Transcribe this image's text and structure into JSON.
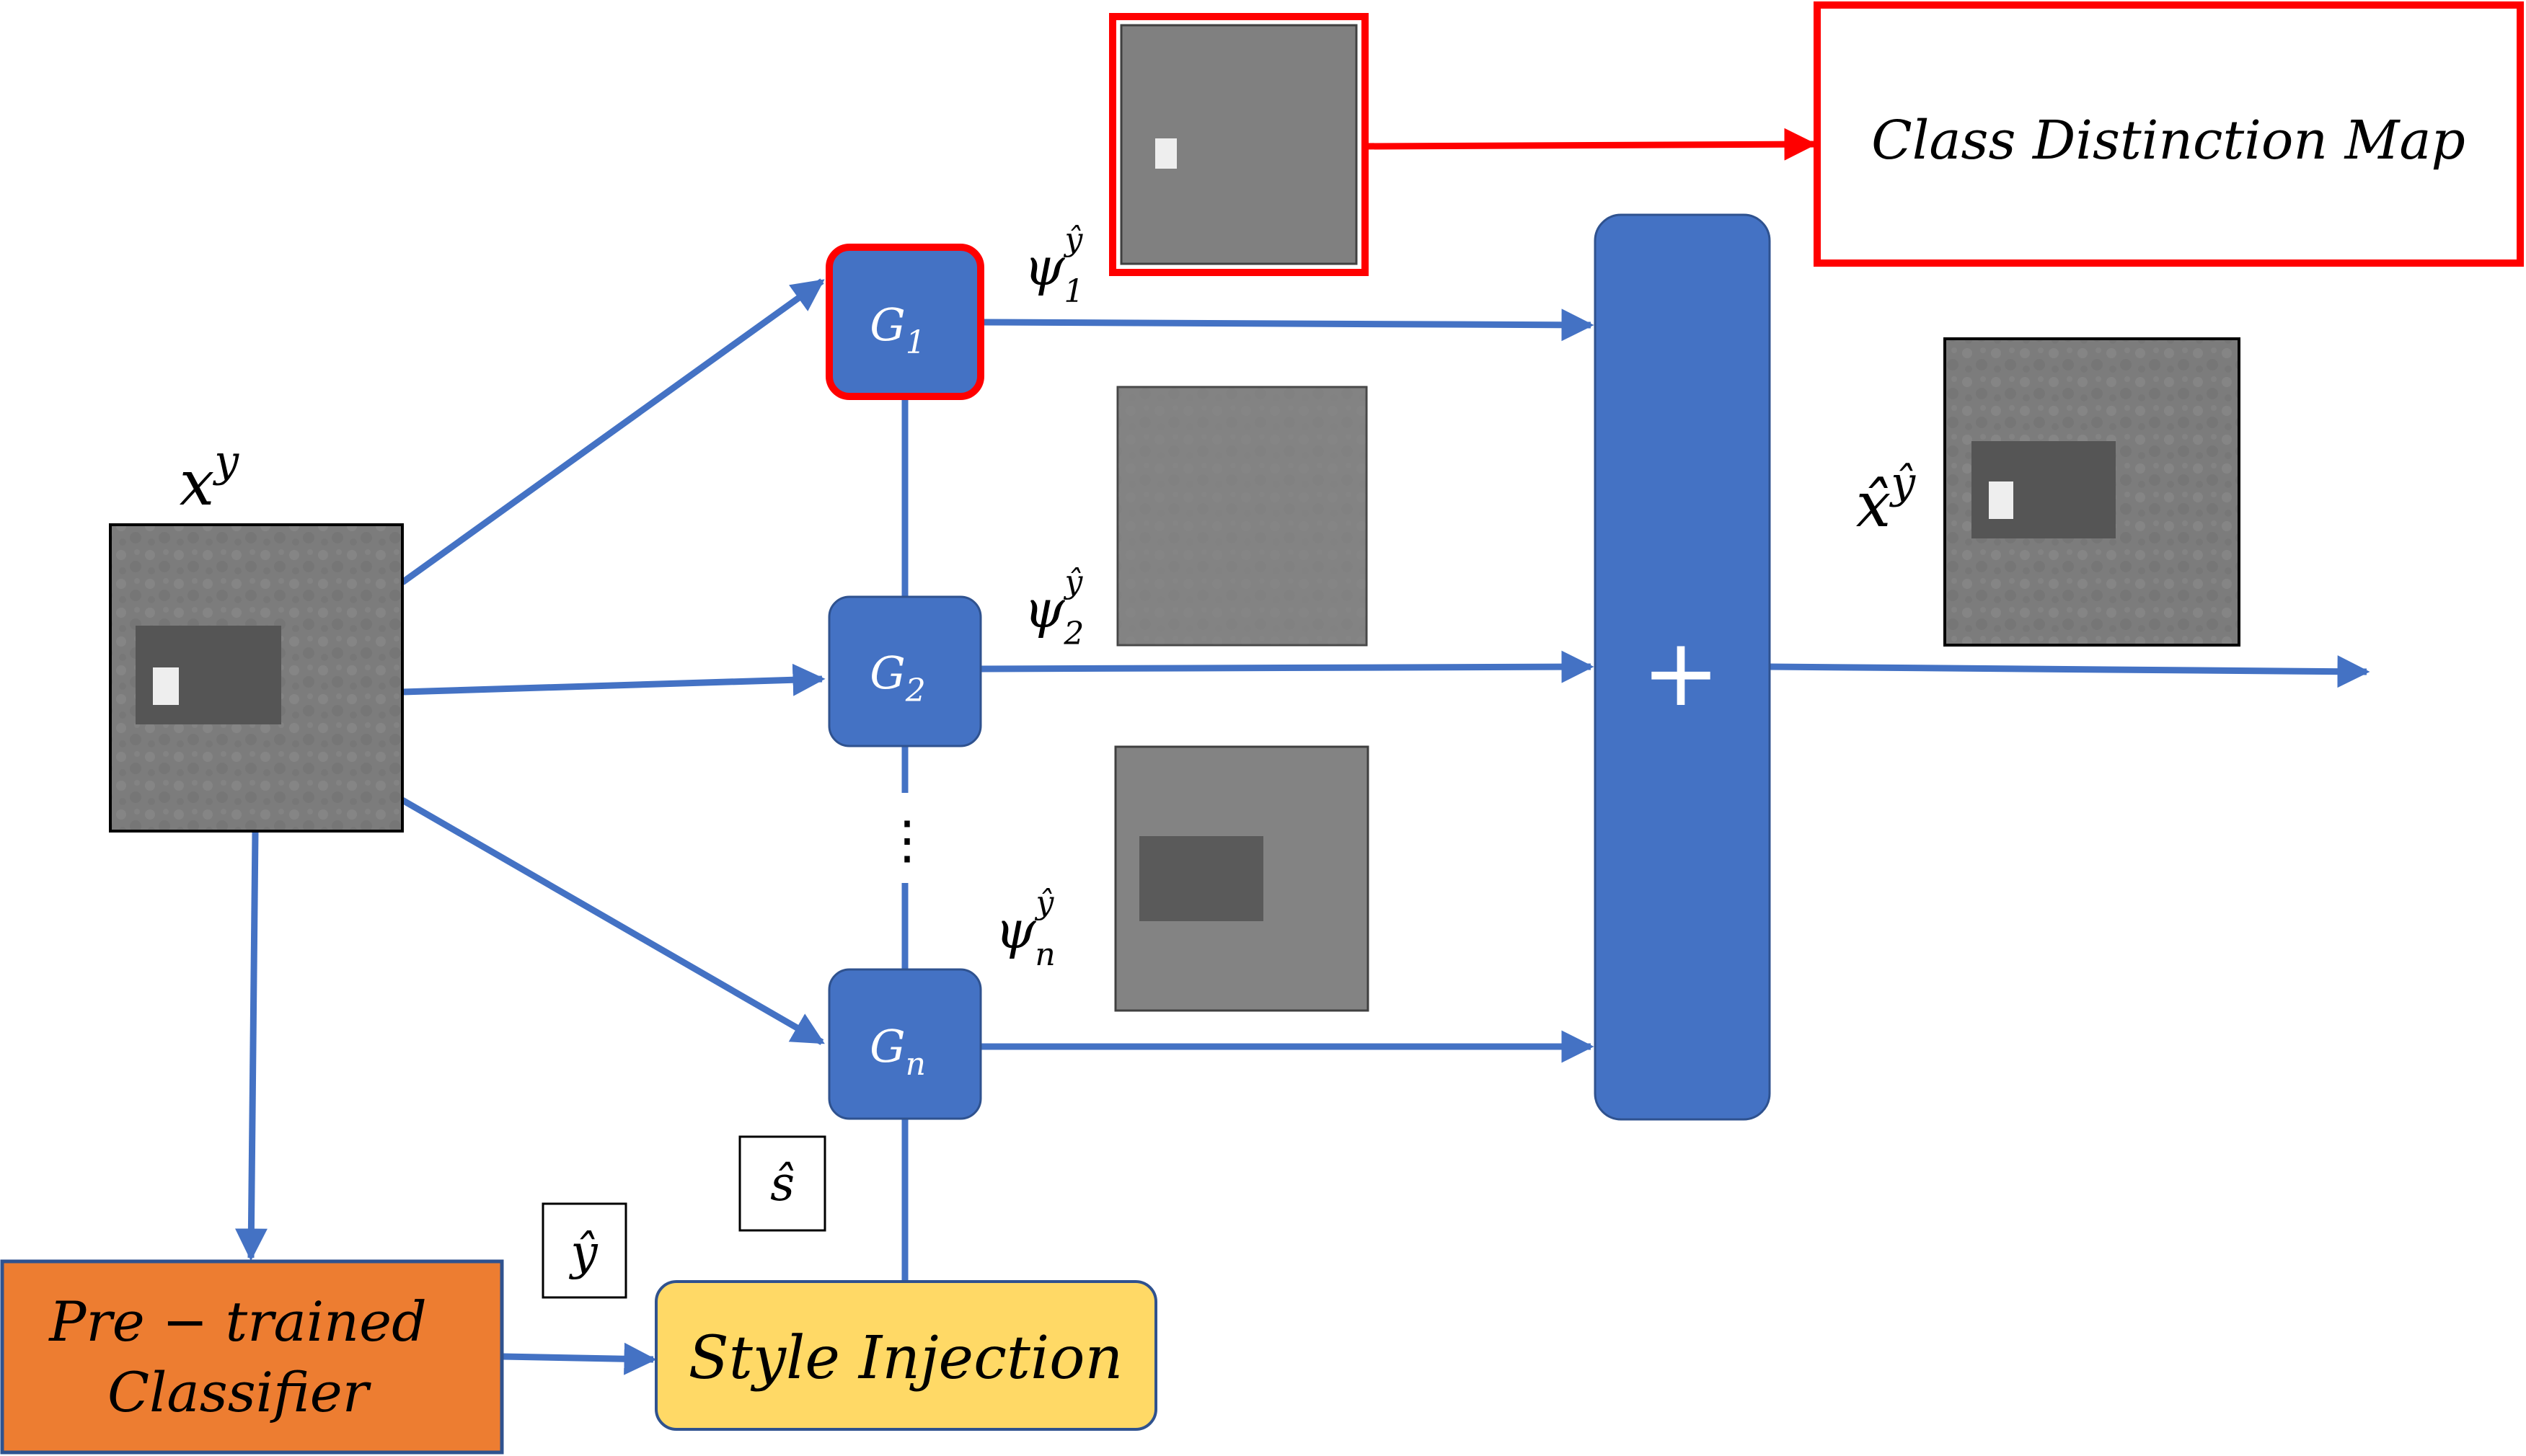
{
  "colors": {
    "arrow": "#4472C4",
    "generator_fill": "#4472C4",
    "highlight": "#ff0000",
    "classifier_fill": "#ED7D31",
    "style_fill": "#FFD966",
    "map_gray": "#7f7f7f",
    "rect_dark": "#555555",
    "patch_light": "#eeeeee"
  },
  "input": {
    "label": "x",
    "sup": "y"
  },
  "generators": [
    {
      "base": "G",
      "sub": "1"
    },
    {
      "base": "G",
      "sub": "2"
    },
    {
      "base": "G",
      "sub": "n"
    }
  ],
  "psi": [
    {
      "base": "ψ",
      "sub": "1",
      "sup": "ŷ"
    },
    {
      "base": "ψ",
      "sub": "2",
      "sup": "ŷ"
    },
    {
      "base": "ψ",
      "sub": "n",
      "sup": "ŷ"
    }
  ],
  "dots": "⋮",
  "sum_symbol": "+",
  "output": {
    "label": "x̂",
    "sup": "ŷ"
  },
  "class_map_label": "Class Distinction Map",
  "classifier_label": [
    "Pre − trained",
    "Classifier"
  ],
  "style_label": "Style Injection",
  "y_hat": "ŷ",
  "s_hat": "ŝ",
  "icons": {
    "arrowhead": "arrowhead-icon"
  }
}
